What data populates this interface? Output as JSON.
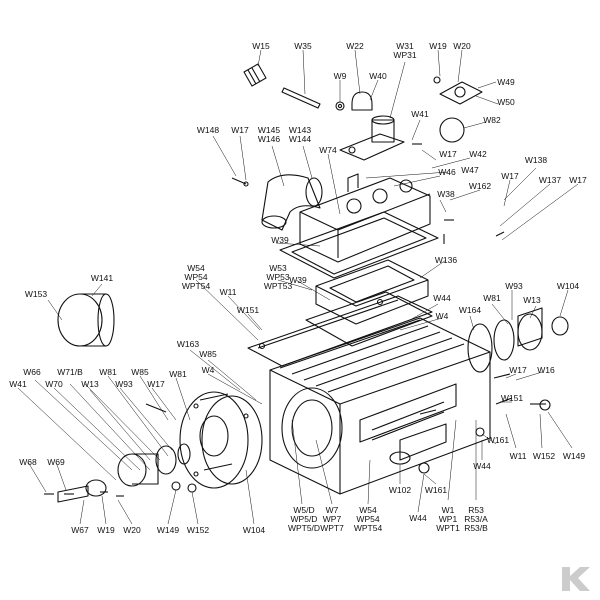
{
  "diagram": {
    "callouts": [
      "W15",
      "W35",
      "W22",
      "W31\nWP31",
      "W19",
      "W20",
      "W9",
      "W40",
      "W49",
      "W50",
      "W148",
      "W17",
      "W145\nW146",
      "W143\nW144",
      "W74",
      "W41",
      "W82",
      "W17",
      "W42",
      "W46",
      "W47",
      "W138",
      "W162",
      "W17",
      "W137",
      "W17",
      "W38",
      "W39",
      "W136",
      "W53\nWP53\nWPT53",
      "W39",
      "W141",
      "W54\nWP54\nWPT54",
      "W11",
      "W153",
      "W151",
      "W44",
      "W81",
      "W93",
      "W13",
      "W104",
      "W4",
      "W164",
      "W163",
      "W85",
      "W4",
      "W17",
      "W16",
      "W66",
      "W71/B",
      "W81",
      "W85",
      "W41",
      "W70",
      "W13",
      "W93",
      "W17",
      "W81",
      "W151",
      "W5/D\nWP5/D\nWPT5/D",
      "W7\nWP7\nWPT7",
      "W54\nWP54\nWPT54",
      "W1\nWP1\nWPT1",
      "R53\nR53/A\nR53/B",
      "W161",
      "W11",
      "W152",
      "W149",
      "W44",
      "W102",
      "W161",
      "W44",
      "W68",
      "W69",
      "W67",
      "W19",
      "W20",
      "W149",
      "W152",
      "W104"
    ],
    "colors": {
      "ink": "#111111",
      "paper": "#ffffff",
      "logo": "#cccccc"
    }
  }
}
